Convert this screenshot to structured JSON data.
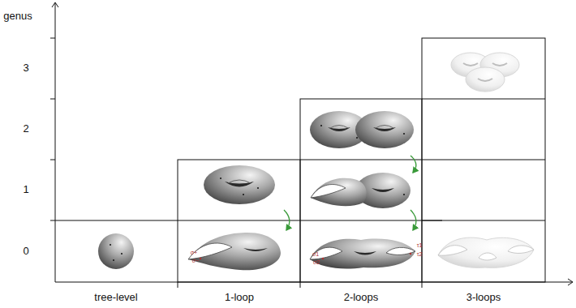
{
  "diagram": {
    "labels": [
      "genus",
      "3",
      "2",
      "1",
      "0",
      "tree-level",
      "1-loop",
      "2-loops",
      "3-loops",
      "σ+",
      "σ−",
      "σ1",
      "σ2",
      "τ1",
      "τ2"
    ]
  }
}
